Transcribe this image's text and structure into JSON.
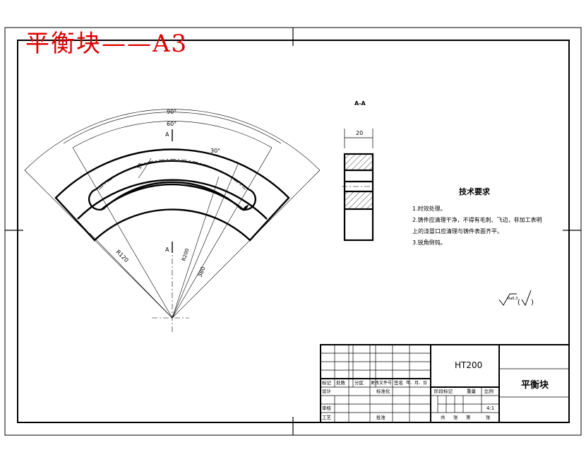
{
  "title_overlay": "平衡块——A3",
  "section_label": "A-A",
  "section_arrow_label": "A",
  "dims": {
    "angle_outer": "90°",
    "angle_mid": "60°",
    "angle_inner": "30°",
    "slot_width": "12",
    "r_outer": "R120",
    "r_mid": "R200",
    "r_long": "380",
    "thickness": "20"
  },
  "tech": {
    "heading": "技术要求",
    "items": [
      "1.时效处理。",
      "2.铸件应清理干净，不得有毛刺、飞边，非加工表明",
      "上的浇冒口应清理与铸件表面齐平。",
      "3.锐角倒钝。"
    ]
  },
  "roughness": {
    "symbol": "√",
    "value": "Ra6.3",
    "paren_open": "(",
    "paren_check": "√",
    "paren_close": ")"
  },
  "title_block": {
    "material": "HT200",
    "part_name": "平衡块",
    "row_labels": [
      "标记",
      "处数",
      "分区",
      "更改文件号",
      "签名",
      "年、月、日"
    ],
    "design": "设计",
    "standardize": "标准化",
    "check": "审核",
    "process": "工艺",
    "approve": "批准",
    "stage_mark": "阶段标记",
    "weight": "重量",
    "scale_label": "比例",
    "scale": "4:1",
    "total_label": "共",
    "sheets": "张",
    "page_label": "第",
    "page_sheets": "张"
  }
}
